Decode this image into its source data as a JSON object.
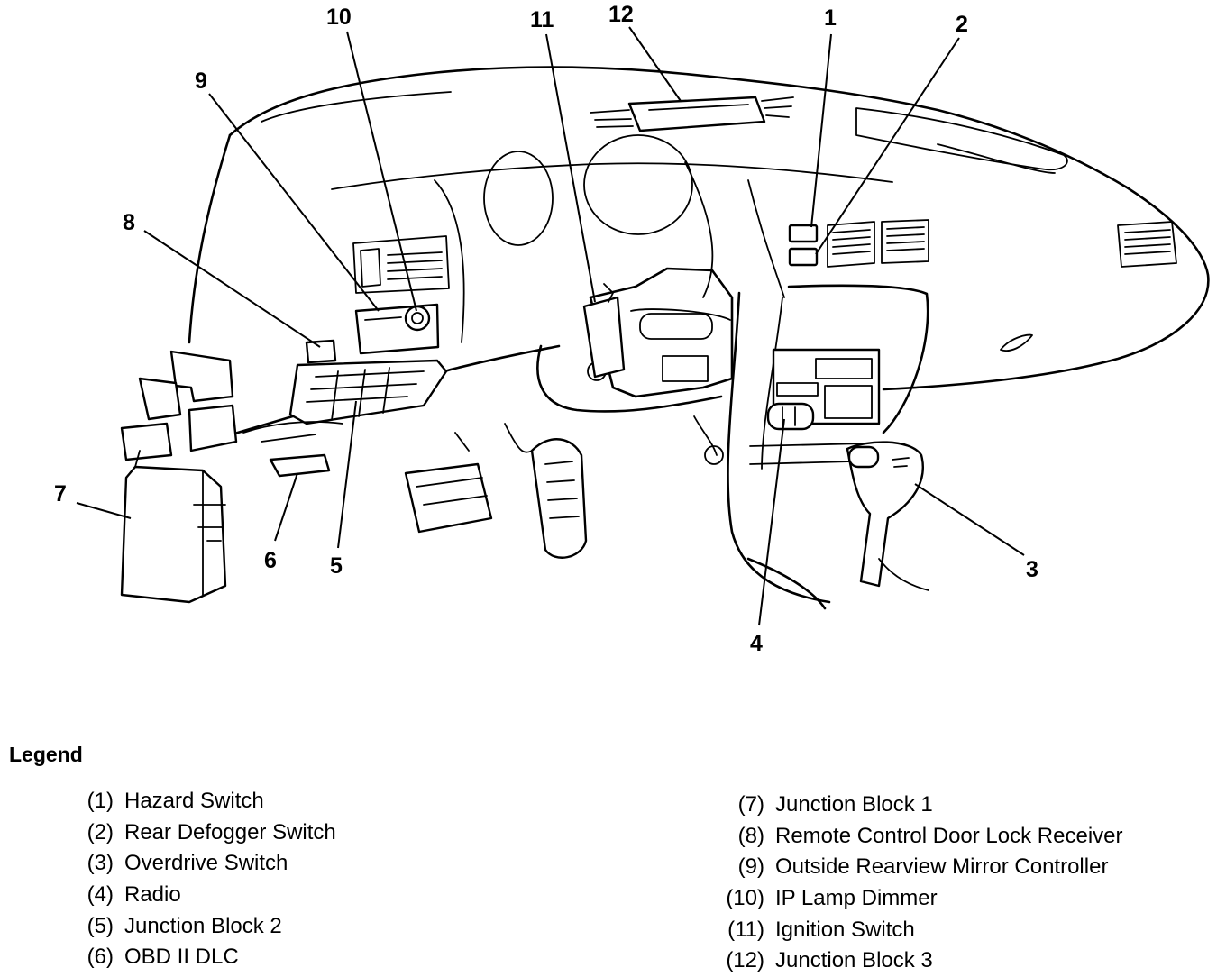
{
  "callouts": {
    "c1": "1",
    "c2": "2",
    "c3": "3",
    "c4": "4",
    "c5": "5",
    "c6": "6",
    "c7": "7",
    "c8": "8",
    "c9": "9",
    "c10": "10",
    "c11": "11",
    "c12": "12"
  },
  "legend": {
    "title": "Legend",
    "left": [
      {
        "num": "(1)",
        "label": "Hazard Switch"
      },
      {
        "num": "(2)",
        "label": "Rear Defogger Switch"
      },
      {
        "num": "(3)",
        "label": "Overdrive Switch"
      },
      {
        "num": "(4)",
        "label": "Radio"
      },
      {
        "num": "(5)",
        "label": "Junction Block 2"
      },
      {
        "num": "(6)",
        "label": "OBD II DLC"
      }
    ],
    "right": [
      {
        "num": "(7)",
        "label": "Junction Block 1"
      },
      {
        "num": "(8)",
        "label": "Remote Control Door Lock Receiver"
      },
      {
        "num": "(9)",
        "label": "Outside Rearview Mirror Controller"
      },
      {
        "num": "(10)",
        "label": "IP Lamp Dimmer"
      },
      {
        "num": "(11)",
        "label": "Ignition Switch"
      },
      {
        "num": "(12)",
        "label": "Junction Block 3"
      }
    ]
  },
  "icons": {
    "vent": "air-vent-icon",
    "switch": "rocker-switch-icon"
  }
}
